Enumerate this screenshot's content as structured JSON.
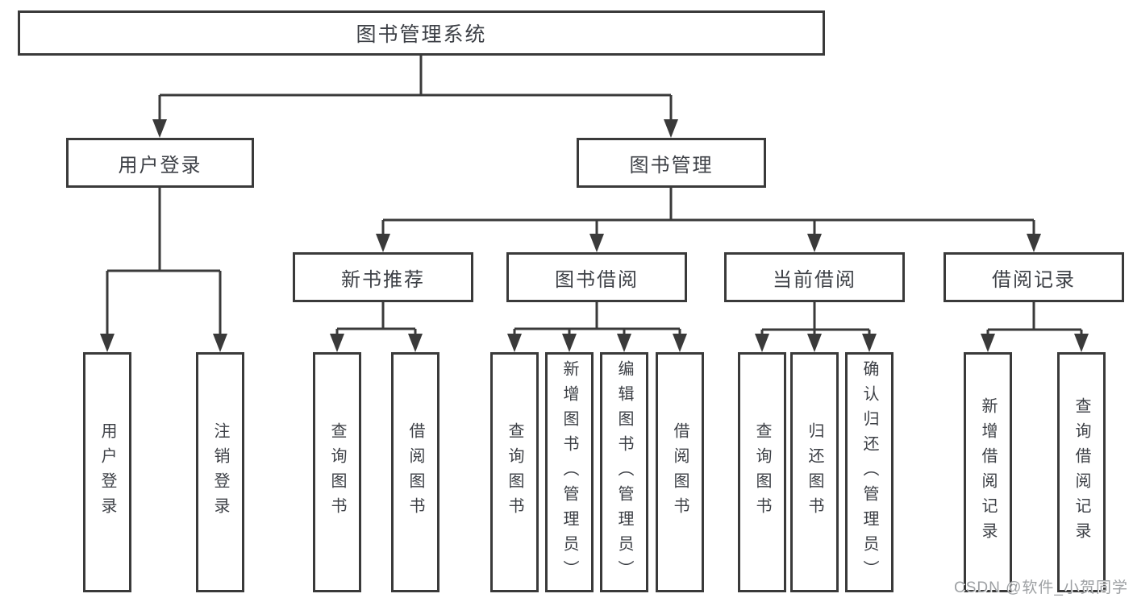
{
  "tree": {
    "root": {
      "label": "图书管理系统",
      "children": [
        {
          "label": "用户登录",
          "children": [
            {
              "label": "用户登录"
            },
            {
              "label": "注销登录"
            }
          ]
        },
        {
          "label": "图书管理",
          "children": [
            {
              "label": "新书推荐",
              "children": [
                {
                  "label": "查询图书"
                },
                {
                  "label": "借阅图书"
                }
              ]
            },
            {
              "label": "图书借阅",
              "children": [
                {
                  "label": "查询图书"
                },
                {
                  "label": "新增图书（管理员）"
                },
                {
                  "label": "编辑图书（管理员）"
                },
                {
                  "label": "借阅图书"
                }
              ]
            },
            {
              "label": "当前借阅",
              "children": [
                {
                  "label": "查询图书"
                },
                {
                  "label": "归还图书"
                },
                {
                  "label": "确认归还（管理员）"
                }
              ]
            },
            {
              "label": "借阅记录",
              "children": [
                {
                  "label": "新增借阅记录"
                },
                {
                  "label": "查询借阅记录"
                }
              ]
            }
          ]
        }
      ]
    }
  },
  "watermark": {
    "text": "CSDN @软件_小贺同学"
  },
  "colors": {
    "line": "#3a3a3a",
    "text": "#3d4046",
    "watermark": "#9da0a3",
    "background": "#ffffff"
  }
}
